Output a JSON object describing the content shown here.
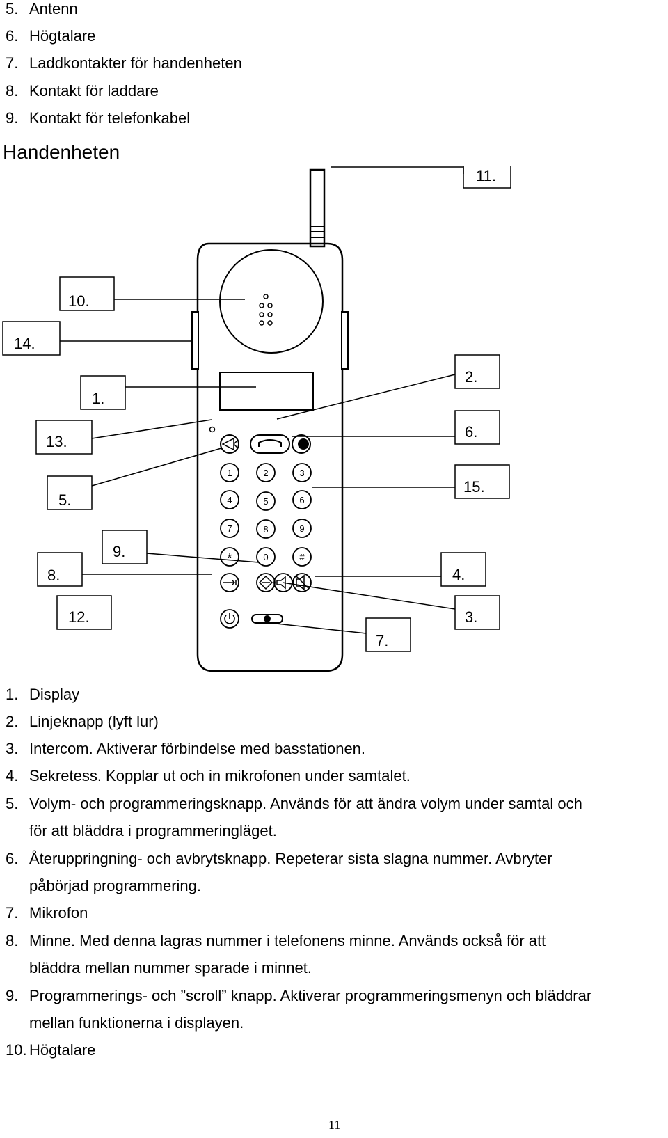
{
  "top_list": [
    {
      "num": "5.",
      "text": "Antenn"
    },
    {
      "num": "6.",
      "text": "Högtalare"
    },
    {
      "num": "7.",
      "text": "Laddkontakter för handenheten"
    },
    {
      "num": "8.",
      "text": "Kontakt för laddare"
    },
    {
      "num": "9.",
      "text": "Kontakt för telefonkabel"
    }
  ],
  "heading": "Handenheten",
  "diagram": {
    "callouts": {
      "c11": "11.",
      "c10": "10.",
      "c14": "14.",
      "c1": "1.",
      "c2": "2.",
      "c13": "13.",
      "c6": "6.",
      "c5": "5.",
      "c15": "15.",
      "c9": "9.",
      "c8": "8.",
      "c4": "4.",
      "c12": "12.",
      "c3": "3.",
      "c7": "7."
    },
    "keys": {
      "k1": "1",
      "k2": "2",
      "k3": "3",
      "k4": "4",
      "k5": "5",
      "k6": "6",
      "k7": "7",
      "k8": "8",
      "k9": "9",
      "kstar": "*",
      "k0": "0",
      "khash": "#"
    }
  },
  "bottom_list": [
    {
      "num": "1.",
      "text": "Display"
    },
    {
      "num": "2.",
      "text": "Linjeknapp (lyft lur)"
    },
    {
      "num": "3.",
      "text": "Intercom. Aktiverar förbindelse med basstationen."
    },
    {
      "num": "4.",
      "text": "Sekretess. Kopplar ut och in mikrofonen under samtalet."
    },
    {
      "num": "5.",
      "text": "Volym- och programmeringsknapp. Används för att ändra volym under samtal och",
      "cont": "för att bläddra i programmeringläget."
    },
    {
      "num": "6.",
      "text": "Återuppringning- och avbrytsknapp. Repeterar sista slagna nummer.  Avbryter",
      "cont": "påbörjad programmering."
    },
    {
      "num": "7.",
      "text": "Mikrofon"
    },
    {
      "num": "8.",
      "text": "Minne. Med denna lagras nummer i telefonens minne. Används också för att",
      "cont": "bläddra mellan nummer sparade i minnet."
    },
    {
      "num": "9.",
      "text": "Programmerings- och ”scroll” knapp. Aktiverar programmeringsmenyn och bläddrar",
      "cont": "mellan funktionerna i displayen."
    },
    {
      "num": "10.",
      "text": "Högtalare"
    }
  ],
  "page_number": "11"
}
